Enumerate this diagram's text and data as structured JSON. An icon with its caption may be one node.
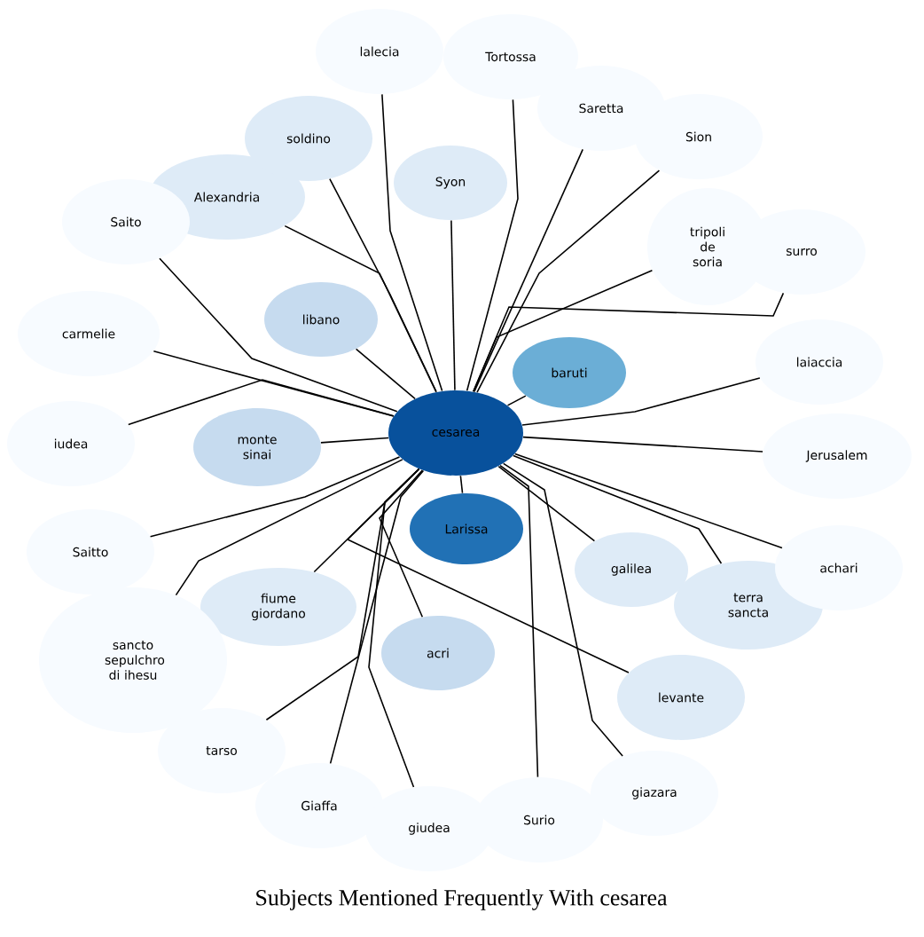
{
  "diagram": {
    "title": "Subjects Mentioned Frequently With cesarea",
    "nodes": [
      {
        "text": [
          "cesarea"
        ]
      },
      {
        "text": [
          "Larissa"
        ]
      },
      {
        "text": [
          "baruti"
        ]
      },
      {
        "text": [
          "libano"
        ]
      },
      {
        "text": [
          "monte sinai"
        ]
      },
      {
        "text": [
          "acri"
        ]
      },
      {
        "text": [
          "Syon"
        ]
      },
      {
        "text": [
          "Alexandria"
        ]
      },
      {
        "text": [
          "soldino"
        ]
      },
      {
        "text": [
          "fiume giordano"
        ]
      },
      {
        "text": [
          "galilea"
        ]
      },
      {
        "text": [
          "terra sancta"
        ]
      },
      {
        "text": [
          "levante"
        ]
      },
      {
        "text": [
          "lalecia"
        ]
      },
      {
        "text": [
          "Tortossa"
        ]
      },
      {
        "text": [
          "Saretta"
        ]
      },
      {
        "text": [
          "Sion"
        ]
      },
      {
        "text": [
          "tripoli de soria"
        ]
      },
      {
        "text": [
          "surro"
        ]
      },
      {
        "text": [
          "laiaccia"
        ]
      },
      {
        "text": [
          "Jerusalem"
        ]
      },
      {
        "text": [
          "achari"
        ]
      },
      {
        "text": [
          "Saito"
        ]
      },
      {
        "text": [
          "carmelie"
        ]
      },
      {
        "text": [
          "iudea"
        ]
      },
      {
        "text": [
          "Saitto"
        ]
      },
      {
        "text": [
          "sancto sepulchro di ihesu"
        ]
      },
      {
        "text": [
          "tarso"
        ]
      },
      {
        "text": [
          "Giaffa"
        ]
      },
      {
        "text": [
          "giudea"
        ]
      },
      {
        "text": [
          "Surio"
        ]
      },
      {
        "text": [
          "giazara"
        ]
      }
    ],
    "edges": [
      {
        "from": 0,
        "to": 1,
        "arrow": "none"
      },
      {
        "from": 0,
        "to": 2,
        "arrow": "none"
      },
      {
        "from": 0,
        "to": 3,
        "arrow": "none"
      },
      {
        "from": 0,
        "to": 4,
        "arrow": "none"
      },
      {
        "from": 0,
        "to": 5,
        "arrow": "none"
      },
      {
        "from": 0,
        "to": 6,
        "arrow": "none"
      },
      {
        "from": 0,
        "to": 7,
        "arrow": "none"
      },
      {
        "from": 0,
        "to": 8,
        "arrow": "none"
      },
      {
        "from": 0,
        "to": 9,
        "arrow": "none"
      },
      {
        "from": 0,
        "to": 10,
        "arrow": "none"
      },
      {
        "from": 0,
        "to": 11,
        "arrow": "none"
      },
      {
        "from": 0,
        "to": 12,
        "arrow": "none"
      },
      {
        "from": 0,
        "to": 13,
        "arrow": "none"
      },
      {
        "from": 0,
        "to": 14,
        "arrow": "none"
      },
      {
        "from": 0,
        "to": 15,
        "arrow": "none"
      },
      {
        "from": 0,
        "to": 16,
        "arrow": "none"
      },
      {
        "from": 0,
        "to": 17,
        "arrow": "none"
      },
      {
        "from": 0,
        "to": 18,
        "arrow": "none"
      },
      {
        "from": 0,
        "to": 19,
        "arrow": "none"
      },
      {
        "from": 0,
        "to": 20,
        "arrow": "none"
      },
      {
        "from": 0,
        "to": 21,
        "arrow": "none"
      },
      {
        "from": 0,
        "to": 22,
        "arrow": "none"
      },
      {
        "from": 0,
        "to": 23,
        "arrow": "none"
      },
      {
        "from": 0,
        "to": 24,
        "arrow": "none"
      },
      {
        "from": 0,
        "to": 25,
        "arrow": "none"
      },
      {
        "from": 0,
        "to": 26,
        "arrow": "none"
      },
      {
        "from": 0,
        "to": 27,
        "arrow": "none"
      },
      {
        "from": 0,
        "to": 28,
        "arrow": "none"
      },
      {
        "from": 0,
        "to": 29,
        "arrow": "none"
      },
      {
        "from": 0,
        "to": 30,
        "arrow": "none"
      },
      {
        "from": 0,
        "to": 31,
        "arrow": "none"
      }
    ]
  }
}
